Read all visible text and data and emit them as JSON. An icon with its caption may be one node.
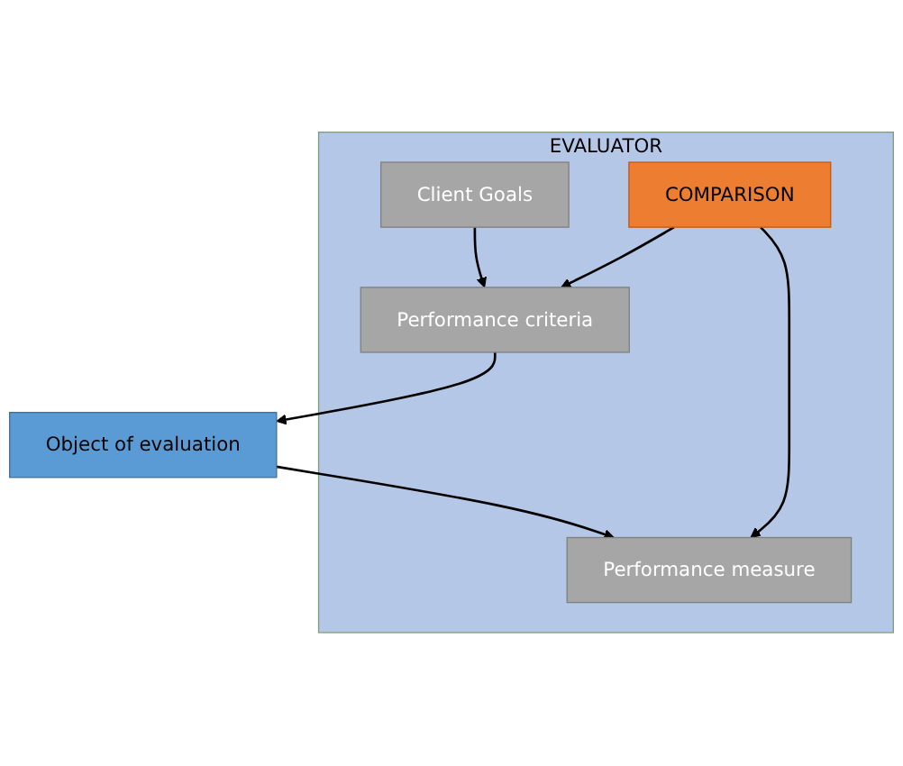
{
  "diagram": {
    "nodes": [
      {
        "text": [
          "EVALUATOR"
        ]
      },
      {
        "text": [
          "Client Goals"
        ],
        "in": 0
      },
      {
        "text": [
          "Performance criteria"
        ],
        "in": 0
      },
      {
        "text": [
          "COMPARISON"
        ],
        "in": 0
      },
      {
        "text": [
          "Performance measure"
        ],
        "in": 0
      },
      {
        "text": [
          "Object of evaluation"
        ]
      }
    ],
    "edges": [
      {
        "from": 1,
        "to": 2,
        "arrow": "to"
      },
      {
        "from": 2,
        "to": 5,
        "arrow": "to"
      },
      {
        "from": 5,
        "to": 4,
        "arrow": "to"
      },
      {
        "from": 3,
        "to": 2,
        "arrow": "to"
      },
      {
        "from": 3,
        "to": 4,
        "arrow": "to"
      }
    ]
  }
}
